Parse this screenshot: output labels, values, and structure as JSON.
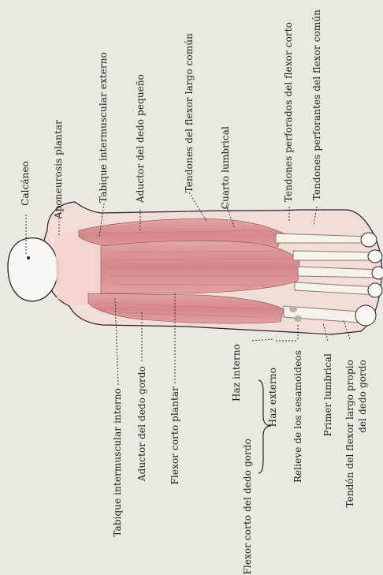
{
  "labels": {
    "top": [
      "Calcáneo",
      "Aponeurosis plantar",
      "Tabique intermuscular externo",
      "Aductor del dedo pequeño",
      "Tendones del flexor largo común",
      "Cuarto lumbrical",
      "Tendones perforados del flexor corto",
      "Tendones perforantes del flexor común"
    ],
    "bottom": [
      "Tabique intermuscular interno",
      "Aductor del dedo gordo",
      "Flexor corto plantar",
      "Flexor corto del dedo gordo",
      "Haz interno",
      "Haz externo",
      "Relieve de los sesamoideos",
      "Primer lumbrical",
      "Tendón del flexor largo propio",
      "del dedo gordo"
    ]
  },
  "colors": {
    "paper": "#ece7df",
    "muscle": "#d98f93",
    "muscle_light": "#f1c4c3",
    "tendon": "#f4f1ec",
    "outline": "#2a2222"
  }
}
